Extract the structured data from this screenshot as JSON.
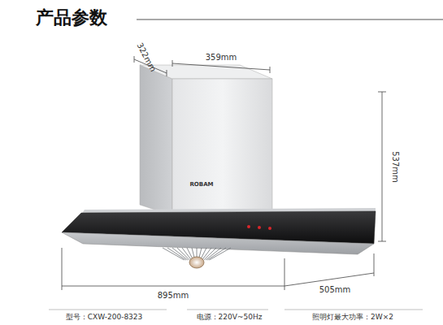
{
  "diagram": {
    "title": "产品参数",
    "labels": [
      "322mm",
      "359mm",
      "537mm",
      "ROBAM",
      "895mm",
      "505mm",
      "型号：CXW-200-8323",
      "电源：220V~50Hz",
      "照明灯最大功率：2W×2"
    ]
  }
}
